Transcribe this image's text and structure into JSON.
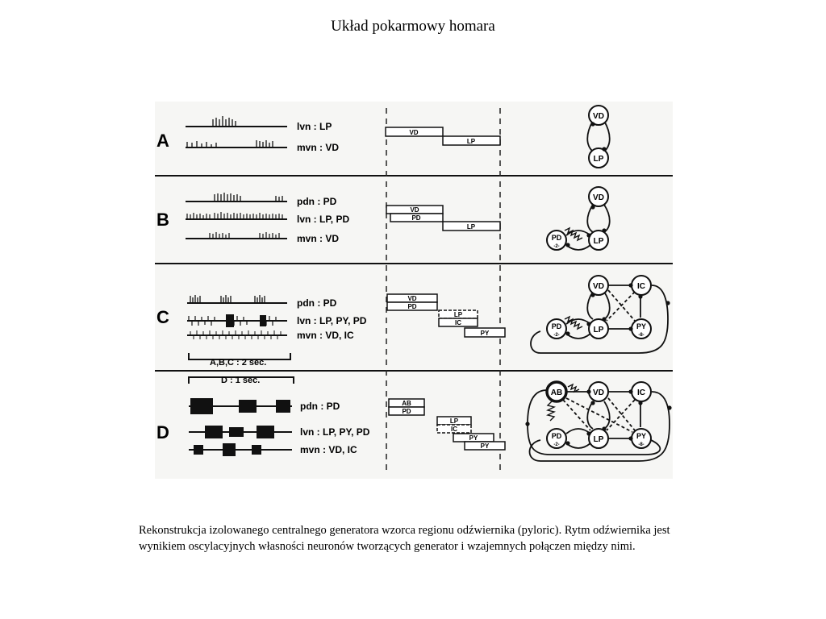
{
  "slide": {
    "title": "Układ pokarmowy homara",
    "caption": "Rekonstrukcja izolowanego centralnego generatora wzorca regionu odźwiernika (pyloric). Rytm odźwiernika jest wynikiem oscylacyjnych własności neuronów tworzących generator i wzajemnych połączen między nimi."
  },
  "figure": {
    "panels": [
      {
        "letter": "A",
        "traces": [
          "lvn : LP",
          "mvn : VD"
        ],
        "bars": [
          "VD",
          "LP"
        ],
        "neurons": [
          "VD",
          "LP"
        ]
      },
      {
        "letter": "B",
        "traces": [
          "pdn : PD",
          "lvn : LP, PD",
          "mvn : VD"
        ],
        "bars": [
          "VD",
          "PD",
          "LP"
        ],
        "neurons": [
          "VD",
          "PD",
          "-2-",
          "LP"
        ]
      },
      {
        "letter": "C",
        "traces": [
          "pdn : PD",
          "lvn : LP, PY, PD",
          "mvn : VD, IC"
        ],
        "bars": [
          "VD",
          "PD",
          "LP",
          "IC",
          "PY"
        ],
        "neurons": [
          "VD",
          "IC",
          "PD",
          "-2-",
          "LP",
          "PY",
          "-8-"
        ],
        "scale": "A,B,C : 2 sec."
      },
      {
        "letter": "D",
        "traces": [
          "pdn : PD",
          "lvn : LP, PY, PD",
          "mvn : VD, IC"
        ],
        "bars": [
          "AB",
          "PD",
          "LP",
          "IC",
          "PY",
          "PY"
        ],
        "neurons": [
          "AB",
          "VD",
          "IC",
          "PD",
          "-2-",
          "LP",
          "PY",
          "-8-"
        ],
        "scale": "D : 1 sec."
      }
    ]
  }
}
